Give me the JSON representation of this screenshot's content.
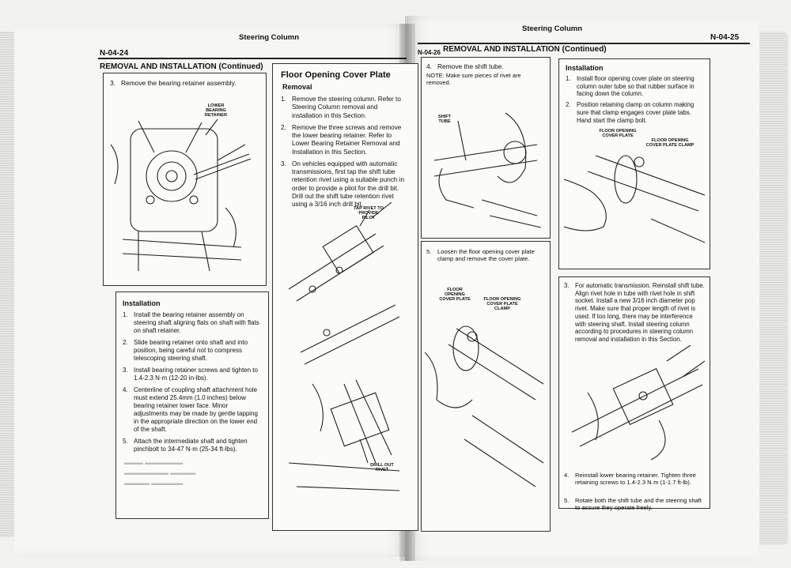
{
  "left_page": {
    "page_number": "N-04-24",
    "section_heading": "REMOVAL AND INSTALLATION (Continued)",
    "step3_num": "3.",
    "step3_text": "Remove the bearing retainer assembly.",
    "lower_bearing_label": "LOWER BEARING RETAINER",
    "installation": {
      "title": "Installation",
      "steps": [
        {
          "num": "1.",
          "text": "Install the bearing retainer assembly on steering shaft aligning flats on shaft with flats on shaft retainer."
        },
        {
          "num": "2.",
          "text": "Slide bearing retainer onto shaft and into position, being careful not to compress telescoping steering shaft."
        },
        {
          "num": "3.",
          "text": "Install bearing retainer screws and tighten to 1.4-2.3 N·m (12-20 in-lbs)."
        },
        {
          "num": "4.",
          "text": "Centerline of coupling shaft attachment hole must extend 25.4mm (1.0 inches) below bearing retainer lower face. Minor adjustments may be made by gentle tapping in the appropriate direction on the lower end of the shaft."
        },
        {
          "num": "5.",
          "text": "Attach the intermediate shaft and tighten pinchbolt to 34-47 N·m (25-34 ft-lbs)."
        }
      ]
    },
    "floor_cover": {
      "title": "Floor Opening Cover Plate",
      "subtitle": "Removal",
      "steps": [
        {
          "num": "1.",
          "text": "Remove the steering column. Refer to Steering Column removal and installation in this Section."
        },
        {
          "num": "2.",
          "text": "Remove the three screws and remove the lower bearing retainer. Refer to Lower Bearing Retainer Removal and Installation in this Section."
        },
        {
          "num": "3.",
          "text": "On vehicles equipped with automatic transmissions, first tap the shift tube retention rivet using a suitable punch in order to provide a pilot for the drill bit. Drill out the shift tube retention rivet using a 3/16 inch drill bit."
        }
      ],
      "tap_rivet_label": "TAP RIVET TO PROVIDE PILOT",
      "drill_label": "DRILL OUT RIVET"
    }
  },
  "center": {
    "title": "Steering Column"
  },
  "right_page": {
    "page_number": "N-04-25",
    "page_number_left": "N-04-26",
    "section_heading": "REMOVAL AND INSTALLATION (Continued)",
    "step4_num": "4.",
    "step4_text": "Remove the shift tube.",
    "note_text": "NOTE: Make sure pieces of rivet are removed.",
    "shift_tube_label": "SHIFT TUBE",
    "step5_num": "5.",
    "step5_text": "Loosen the floor opening cover plate clamp and remove the cover plate.",
    "cover_plate_label": "FLOOR OPENING COVER PLATE",
    "clamp_label": "FLOOR OPENING COVER PLATE CLAMP",
    "installation": {
      "title": "Installation",
      "steps": [
        {
          "num": "1.",
          "text": "Install floor opening cover plate on steering column outer tube so that rubber surface in facing down the column."
        },
        {
          "num": "2.",
          "text": "Position retaining clamp on column making sure that clamp engages cover plate tabs. Hand start the clamp bolt."
        }
      ],
      "cover_plate_label": "FLOOR OPENING COVER PLATE",
      "clamp_label": "FLOOR OPENING COVER PLATE CLAMP"
    },
    "step3_auto": {
      "num": "3.",
      "text": "For automatic transmission. Reinstall shift tube. Align rivet hole in tube with rivet hole in shift socket. Install a new 3/16 inch diameter pop rivet. Make sure that proper length of rivet is used. If too long, there may be interference with steering shaft. Install steering column according to procedures in steering column removal and installation in this Section."
    },
    "final_steps": [
      {
        "num": "4.",
        "text": "Reinstall lower bearing retainer. Tighten three retaining screws to 1.4-2.3 N·m (1-1.7 ft-lb)."
      },
      {
        "num": "5.",
        "text": "Rotate both the shift tube and the steering shaft to assure they operate freely."
      }
    ]
  }
}
